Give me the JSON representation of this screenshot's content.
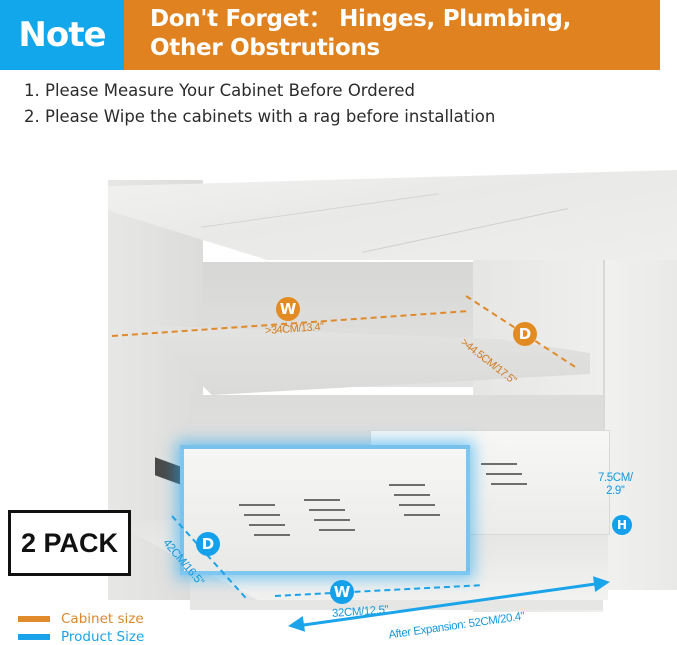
{
  "banner": {
    "note_label": "Note",
    "headline_line1": "Don't Forget： Hinges, Plumbing,",
    "headline_line2": "Other Obstrutions",
    "note_color": "#12a6ea",
    "headline_color": "#df821f"
  },
  "instructions": [
    "1. Please Measure Your Cabinet Before Ordered",
    "2. Please Wipe the cabinets with a rag before installation"
  ],
  "cabinet_dimensions": {
    "width": {
      "badge": "W",
      "label": ">34CM/13.4\""
    },
    "depth": {
      "badge": "D",
      "label": ">44.5CM/17.5\""
    },
    "color": "#e08a2b"
  },
  "product_dimensions": {
    "depth": {
      "badge": "D",
      "label": "42CM/16.5\""
    },
    "width": {
      "badge": "W",
      "label": "32CM/12.5\""
    },
    "height": {
      "badge": "H",
      "label_line1": "7.5CM/",
      "label_line2": "2.9''"
    },
    "expansion": {
      "label": "After Expansion: 52CM/20.4\""
    },
    "color": "#14a0ea"
  },
  "pack_label": "2 PACK",
  "legend": [
    {
      "label": "Cabinet size",
      "color": "#e08a2b"
    },
    {
      "label": "Product Size",
      "color": "#1aa3e8"
    }
  ]
}
